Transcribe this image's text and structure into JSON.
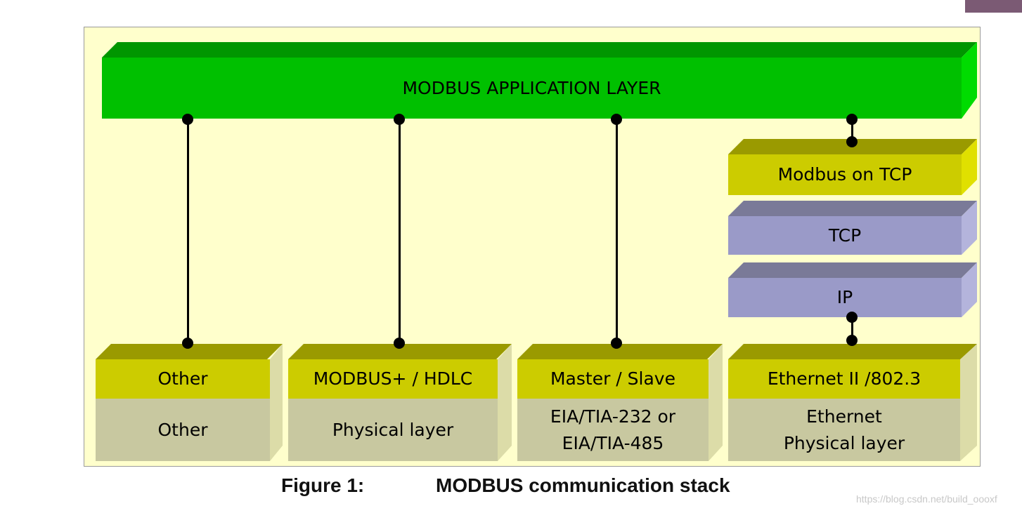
{
  "diagram": {
    "application_layer": "MODBUS APPLICATION LAYER",
    "tcp_stack": {
      "modbus_on_tcp": "Modbus on TCP",
      "tcp": "TCP",
      "ip": "IP"
    },
    "columns": [
      {
        "upper": "Other",
        "lower": "Other"
      },
      {
        "upper": "MODBUS+ / HDLC",
        "lower": "Physical layer"
      },
      {
        "upper": "Master / Slave",
        "lower": "EIA/TIA-232 or\nEIA/TIA-485"
      },
      {
        "upper": "Ethernet II /802.3",
        "lower": "Ethernet\nPhysical layer"
      }
    ]
  },
  "caption": {
    "label": "Figure 1:",
    "title": "MODBUS communication stack"
  },
  "watermark": "https://blog.csdn.net/build_oooxf",
  "colors": {
    "panel_bg": "#ffffcc",
    "green": "#00c000",
    "olive": "#cccc00",
    "khaki": "#c8c8a0",
    "lavender": "#9a9ac8"
  }
}
